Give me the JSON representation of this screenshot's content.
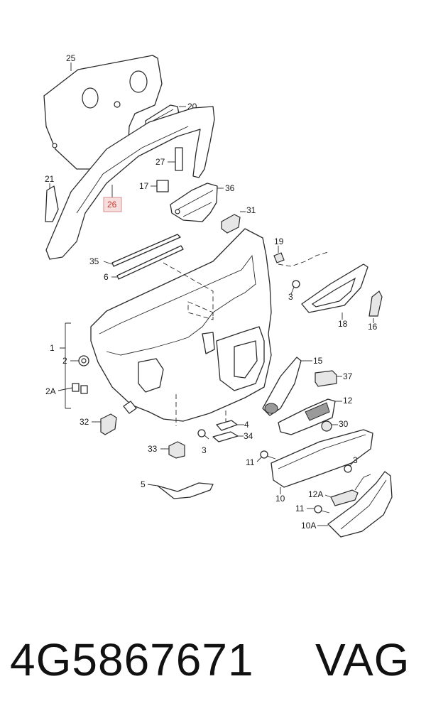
{
  "labels": {
    "l25": "25",
    "l20": "20",
    "l27": "27",
    "l17": "17",
    "l36": "36",
    "l21": "21",
    "l26": "26",
    "l31": "31",
    "l35": "35",
    "l6": "6",
    "l19": "19",
    "l3a": "3",
    "l18": "18",
    "l16": "16",
    "l1": "1",
    "l2": "2",
    "l2A": "2A",
    "l15": "15",
    "l37": "37",
    "l12": "12",
    "l32": "32",
    "l4": "4",
    "l34": "34",
    "l30": "30",
    "l33": "33",
    "l3b": "3",
    "l11a": "11",
    "l3c": "3",
    "l10": "10",
    "l5": "5",
    "l12A": "12A",
    "l11b": "11",
    "l10A": "10A"
  },
  "highlighted_part": "26",
  "footer": {
    "part_number": "4G5867671",
    "brand": "VAG"
  }
}
